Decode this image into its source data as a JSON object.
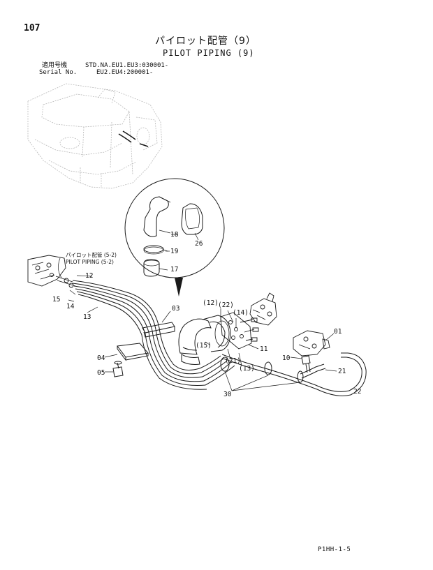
{
  "header": {
    "page_number": "107",
    "title_jp": "パイロット配管（9）",
    "title_en": "PILOT PIPING (9)",
    "applicability_label": "適用号機",
    "applicability_value": "STD.NA.EU1.EU3:030001-",
    "serial_label": "Serial No.",
    "serial_value": "EU2.EU4:200001-"
  },
  "reference_note": {
    "jp": "パイロット配管 (5-2)",
    "en": "PILOT PIPING (5-2)"
  },
  "callouts": {
    "c01": "01",
    "c03": "03",
    "c04": "04",
    "c05": "05",
    "c10": "10",
    "c11": "11",
    "c12": "12",
    "c13": "13",
    "c14": "14",
    "c15": "15",
    "c17": "17",
    "c18": "18",
    "c19": "19",
    "c21": "21",
    "c22": "22",
    "c26": "26",
    "c30": "30",
    "p12": "(12)",
    "p22": "(22)",
    "p14": "(14)",
    "p15": "(15)",
    "p21": "(21)",
    "p13": "(13)"
  },
  "footer": {
    "figure_code": "P1HH-1-5"
  },
  "colors": {
    "line": "#1a1a1a",
    "ghost": "#b8b8b8",
    "paper": "#ffffff"
  }
}
